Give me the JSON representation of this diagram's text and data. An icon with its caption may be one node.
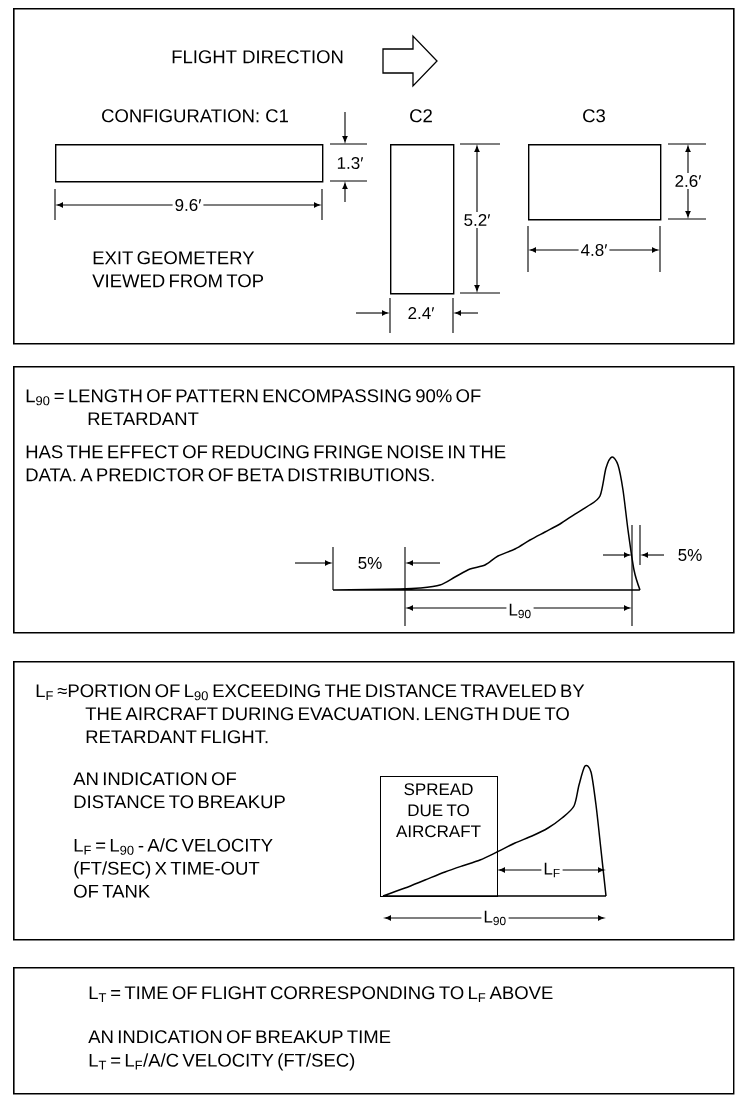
{
  "diagram": {
    "nodes": [
      {
        "text": [
          "FLIGHT DIRECTION",
          "EXIT GEOMETERY VIEWED FROM TOP"
        ]
      },
      {
        "text": [
          "CONFIGURATION: C1"
        ],
        "in": 0
      },
      {
        "text": [
          "C2"
        ],
        "in": 0
      },
      {
        "text": [
          "C3"
        ],
        "in": 0
      },
      {
        "text": [
          "L$_{90}$ = LENGTH OF PATTERN ENCOMPASSING 90% OF RETARDANT",
          "HAS THE EFFECT OF REDUCING FRINGE NOISE IN THE DATA. A PREDICTOR OF BETA DISTRIBUTIONS."
        ]
      },
      {
        "text": [
          "L$_{F}$ ≈PORTION OF L$_{90}$ EXCEEDING THE DISTANCE TRAVELED BY THE AIRCRAFT DURING EVACUATION. LENGTH DUE TO RETARDANT FLIGHT.",
          "AN INDICATION OF DISTANCE TO BREAKUP",
          "L$_{F}$ = L$_{90}$ - A/C VELOCITY (FT/SEC) X TIME-OUT OF TANK"
        ]
      },
      {
        "text": [
          "SPREAD DUE TO AIRCRAFT"
        ],
        "in": 5
      },
      {
        "text": [
          "L$_{T}$ = TIME OF FLIGHT CORRESPONDING TO L$_{F}$ ABOVE",
          "AN INDICATION OF BREAKUP TIME",
          "L$_{T}$ = L$_{F}$/A/C VELOCITY (FT/SEC)"
        ]
      }
    ],
    "labels": [
      "1.3′",
      "9.6′",
      "5.2′",
      "2.6′",
      "4.8′",
      "2.4′",
      "5%",
      "5%",
      "L$_{90}$",
      "L$_{F}$",
      "L$_{90}$"
    ]
  }
}
